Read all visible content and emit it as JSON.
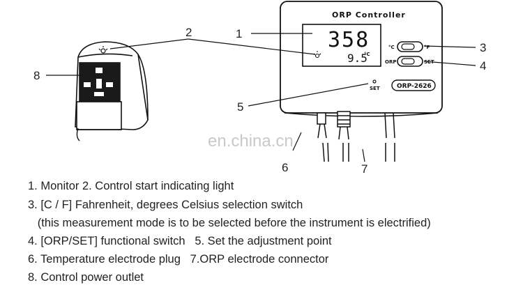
{
  "controller": {
    "title": "ORP  Controller",
    "display_main": "358",
    "display_temp": "9.5",
    "display_temp_unit": "°C",
    "switch1_left": "°C",
    "switch1_right": "°F",
    "switch2_left": "ORP",
    "switch2_right": "SET",
    "set_button_label": "SET",
    "model": "ORP-2626"
  },
  "callouts": [
    "1",
    "2",
    "3",
    "4",
    "5",
    "6",
    "7",
    "8"
  ],
  "watermark": "en.china.cn",
  "legend": [
    "1. Monitor   2. Control start indicating light",
    "3. [C / F] Fahrenheit, degrees Celsius selection switch",
    "   (this measurement mode is to be selected before the instrument is electrified)",
    "4. [ORP/SET] functional switch   5. Set the adjustment point",
    "6. Temperature electrode plug   7.ORP electrode connector",
    "8. Control power outlet"
  ]
}
